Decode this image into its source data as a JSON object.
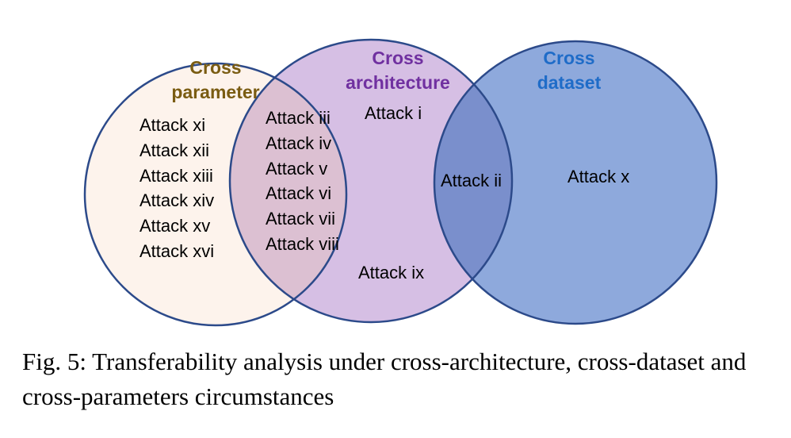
{
  "colors": {
    "cross_parameter_title": "#7a5c12",
    "cross_architecture_title": "#7030a0",
    "cross_dataset_title": "#1f6cc8",
    "circle_stroke": "#2c4a8a",
    "cross_parameter_fill": "#fdf3ec",
    "cross_architecture_fill": "#d6bfe4",
    "cross_dataset_fill": "#8ea9dc",
    "param_arch_overlap_fill": "#dcc0d2",
    "arch_dataset_overlap_fill": "#7a8fcc"
  },
  "sets": {
    "cross_parameter": {
      "title_line1": "Cross",
      "title_line2": "parameter"
    },
    "cross_architecture": {
      "title_line1": "Cross",
      "title_line2": "architecture"
    },
    "cross_dataset": {
      "title_line1": "Cross",
      "title_line2": "dataset"
    }
  },
  "regions": {
    "parameter_only": [
      "Attack xi",
      "Attack xii",
      "Attack xiii",
      "Attack xiv",
      "Attack xv",
      "Attack xvi"
    ],
    "parameter_and_architecture": [
      "Attack iii",
      "Attack iv",
      "Attack v",
      "Attack vi",
      "Attack vii",
      "Attack viii"
    ],
    "architecture_only_top": "Attack i",
    "architecture_only_bottom": "Attack ix",
    "architecture_and_dataset": "Attack ii",
    "dataset_only": "Attack x"
  },
  "caption": "Fig. 5: Transferability analysis under cross-architecture, cross-dataset and cross-parameters circumstances"
}
